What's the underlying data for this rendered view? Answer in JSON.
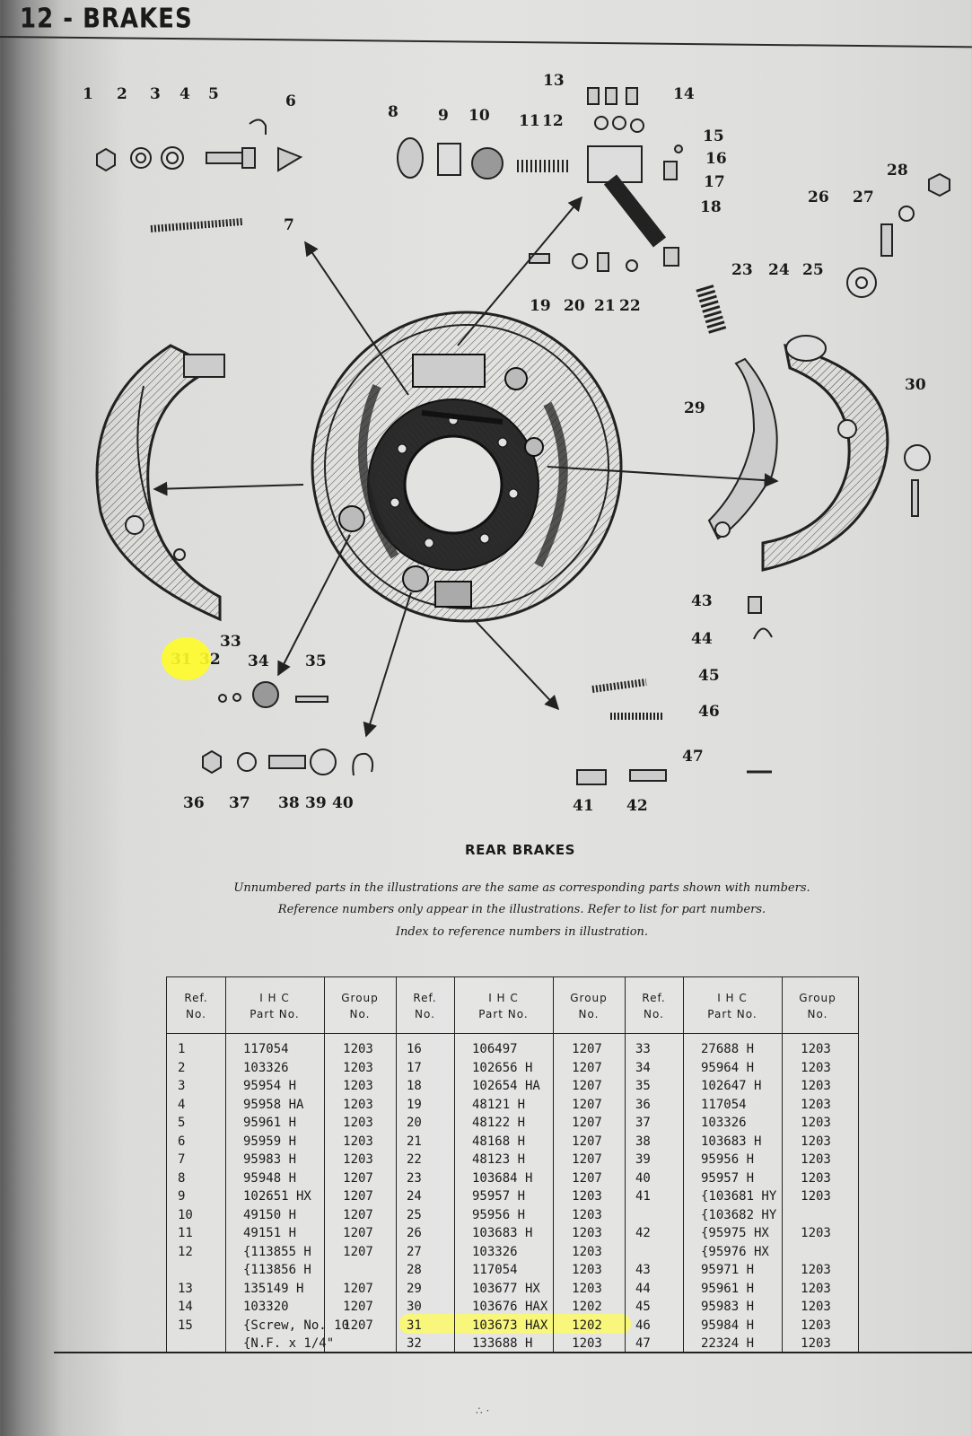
{
  "page_header": "12 - BRAKES",
  "diagram_caption": "REAR BRAKES",
  "notes": [
    "Unnumbered parts in the illustrations are the same as corresponding parts shown with numbers.",
    "Reference numbers only appear in the illustrations.    Refer to list for part numbers.",
    "Index to reference numbers in illustration."
  ],
  "callouts": [
    "1",
    "2",
    "3",
    "4",
    "5",
    "6",
    "7",
    "8",
    "9",
    "10",
    "11",
    "12",
    "13",
    "14",
    "15",
    "16",
    "17",
    "18",
    "19",
    "20",
    "21",
    "22",
    "23",
    "24",
    "25",
    "26",
    "27",
    "28",
    "29",
    "30",
    "31",
    "32",
    "33",
    "34",
    "35",
    "36",
    "37",
    "38",
    "39",
    "40",
    "41",
    "42",
    "43",
    "44",
    "45",
    "46",
    "47"
  ],
  "table": {
    "headers": {
      "ref": "Ref.\nNo.",
      "part": "I H C\nPart No.",
      "group": "Group\nNo."
    },
    "col1": [
      {
        "ref": "1",
        "part": "117054",
        "group": "1203"
      },
      {
        "ref": "2",
        "part": "103326",
        "group": "1203"
      },
      {
        "ref": "3",
        "part": "95954 H",
        "group": "1203"
      },
      {
        "ref": "4",
        "part": "95958 HA",
        "group": "1203"
      },
      {
        "ref": "5",
        "part": "95961 H",
        "group": "1203"
      },
      {
        "ref": "6",
        "part": "95959 H",
        "group": "1203"
      },
      {
        "ref": "7",
        "part": "95983 H",
        "group": "1203"
      },
      {
        "ref": "8",
        "part": "95948 H",
        "group": "1207"
      },
      {
        "ref": "9",
        "part": "102651 HX",
        "group": "1207"
      },
      {
        "ref": "10",
        "part": "49150 H",
        "group": "1207"
      },
      {
        "ref": "11",
        "part": "49151 H",
        "group": "1207"
      },
      {
        "ref": "12",
        "part": "{113855 H",
        "group": "1207"
      },
      {
        "ref": "",
        "part": "{113856 H",
        "group": ""
      },
      {
        "ref": "13",
        "part": "135149 H",
        "group": "1207"
      },
      {
        "ref": "14",
        "part": "103320",
        "group": "1207"
      },
      {
        "ref": "15",
        "part": "{Screw, No. 10",
        "group": "1207"
      },
      {
        "ref": "",
        "part": "{N.F. x 1/4\"",
        "group": ""
      }
    ],
    "col2": [
      {
        "ref": "16",
        "part": "106497",
        "group": "1207"
      },
      {
        "ref": "17",
        "part": "102656 H",
        "group": "1207"
      },
      {
        "ref": "18",
        "part": "102654 HA",
        "group": "1207"
      },
      {
        "ref": "19",
        "part": "48121 H",
        "group": "1207"
      },
      {
        "ref": "20",
        "part": "48122 H",
        "group": "1207"
      },
      {
        "ref": "21",
        "part": "48168 H",
        "group": "1207"
      },
      {
        "ref": "22",
        "part": "48123 H",
        "group": "1207"
      },
      {
        "ref": "23",
        "part": "103684 H",
        "group": "1207"
      },
      {
        "ref": "24",
        "part": "95957 H",
        "group": "1203"
      },
      {
        "ref": "25",
        "part": "95956 H",
        "group": "1203"
      },
      {
        "ref": "26",
        "part": "103683 H",
        "group": "1203"
      },
      {
        "ref": "27",
        "part": "103326",
        "group": "1203"
      },
      {
        "ref": "28",
        "part": "117054",
        "group": "1203"
      },
      {
        "ref": "29",
        "part": "103677 HX",
        "group": "1203"
      },
      {
        "ref": "30",
        "part": "103676 HAX",
        "group": "1202"
      },
      {
        "ref": "31",
        "part": "103673 HAX",
        "group": "1202"
      },
      {
        "ref": "32",
        "part": "133688 H",
        "group": "1203"
      }
    ],
    "col3": [
      {
        "ref": "33",
        "part": "27688 H",
        "group": "1203"
      },
      {
        "ref": "34",
        "part": "95964 H",
        "group": "1203"
      },
      {
        "ref": "35",
        "part": "102647 H",
        "group": "1203"
      },
      {
        "ref": "36",
        "part": "117054",
        "group": "1203"
      },
      {
        "ref": "37",
        "part": "103326",
        "group": "1203"
      },
      {
        "ref": "38",
        "part": "103683 H",
        "group": "1203"
      },
      {
        "ref": "39",
        "part": "95956 H",
        "group": "1203"
      },
      {
        "ref": "40",
        "part": "95957 H",
        "group": "1203"
      },
      {
        "ref": "41",
        "part": "{103681 HY",
        "group": "1203"
      },
      {
        "ref": "",
        "part": "{103682 HY",
        "group": ""
      },
      {
        "ref": "42",
        "part": "{95975 HX",
        "group": "1203"
      },
      {
        "ref": "",
        "part": "{95976 HX",
        "group": ""
      },
      {
        "ref": "43",
        "part": "95971 H",
        "group": "1203"
      },
      {
        "ref": "44",
        "part": "95961 H",
        "group": "1203"
      },
      {
        "ref": "45",
        "part": "95983 H",
        "group": "1203"
      },
      {
        "ref": "46",
        "part": "95984 H",
        "group": "1203"
      },
      {
        "ref": "47",
        "part": "22324 H",
        "group": "1203"
      }
    ]
  },
  "highlight_color": "#fff93c"
}
